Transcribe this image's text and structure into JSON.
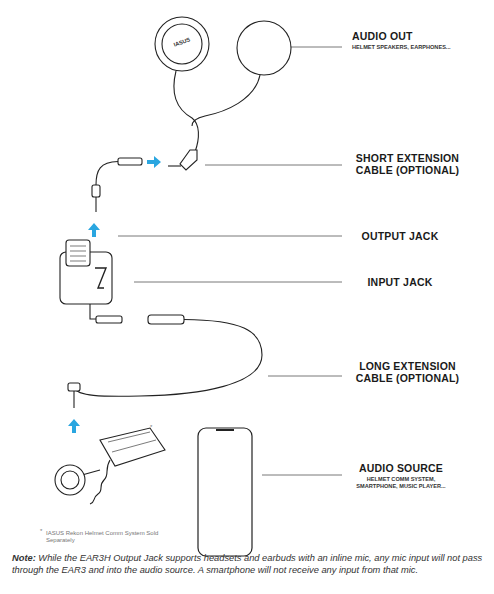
{
  "diagram": {
    "labels": [
      "AUDIO OUT",
      "HELMET SPEAKERS, EARPHONES...",
      "SHORT EXTENSION CABLE (OPTIONAL)",
      "OUTPUT JACK",
      "INPUT JACK",
      "LONG EXTENSION CABLE (OPTIONAL)",
      "AUDIO SOURCE",
      "HELMET COMM SYSTEM, SMARTPHONE, MUSIC PLAYER...",
      "*",
      "*",
      "IASUS Rekon Helmet Comm System Sold Separately",
      "Note:",
      "While the EAR3H Output Jack supports headsets and earbuds with an inline mic, any mic input will not pass through the EAR3 and into the audio source. A smartphone will not receive any input from that mic.",
      "IASUS"
    ]
  }
}
